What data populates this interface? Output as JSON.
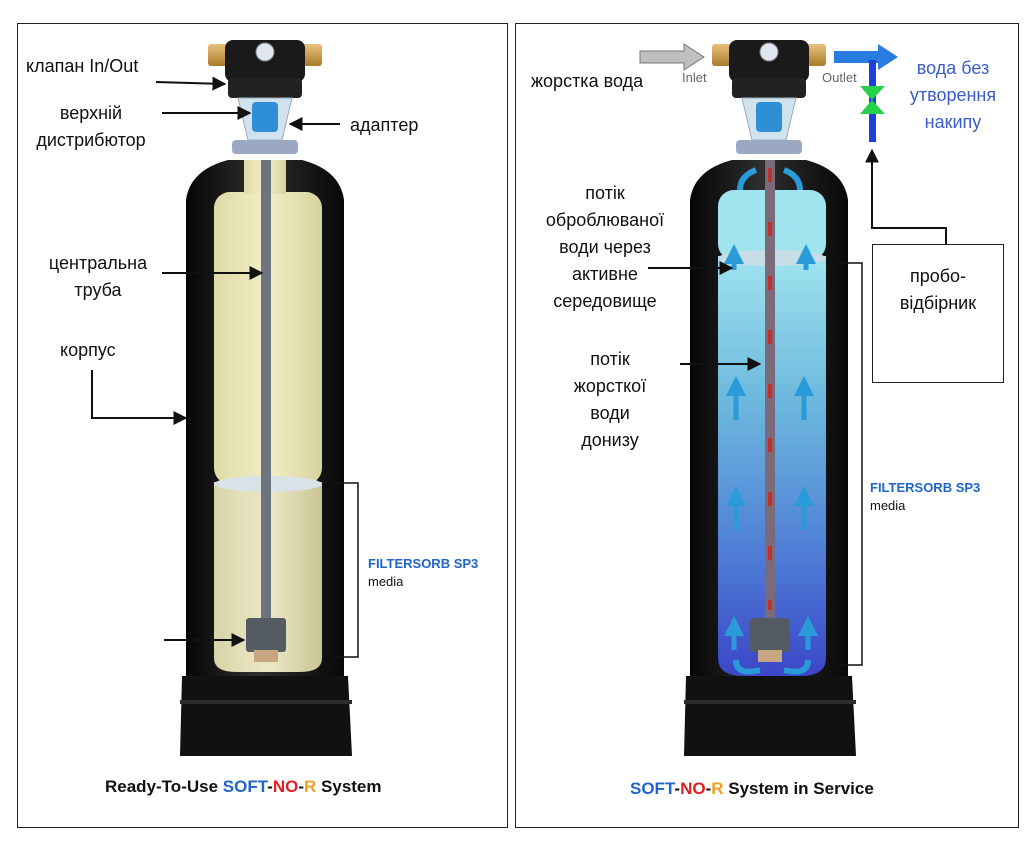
{
  "left": {
    "labels": {
      "valve": "клапан In/Out",
      "distributor_1": "верхній",
      "distributor_2": "дистрибютор",
      "adapter": "адаптер",
      "pipe_1": "центральна",
      "pipe_2": "труба",
      "housing": "корпус"
    },
    "media_name": "FILTERSORB SP3",
    "media_sub": "media",
    "caption": {
      "p1": "Ready-To-Use ",
      "soft": "SOFT",
      "d1": "-",
      "no": "NO",
      "d2": "-",
      "r": "R",
      "p2": " System"
    }
  },
  "right": {
    "labels": {
      "hard_water": "жорстка вода",
      "inlet": "Inlet",
      "outlet": "Outlet",
      "soft_1": "вода без",
      "soft_2": "утворення",
      "soft_3": "накипу",
      "flow_treated_1": "потік",
      "flow_treated_2": "оброблюваної",
      "flow_treated_3": "води через",
      "flow_treated_4": "активне",
      "flow_treated_5": "середовище",
      "flow_hard_1": "потік",
      "flow_hard_2": "жорсткої",
      "flow_hard_3": "води",
      "flow_hard_4": "донизу",
      "sampler_1": "пробо-",
      "sampler_2": "відбірник"
    },
    "media_name": "FILTERSORB SP3",
    "media_sub": "media",
    "caption": {
      "soft": "SOFT",
      "d1": "-",
      "no": "NO",
      "d2": "-",
      "r": "R",
      "p2": " System in Service"
    }
  },
  "colors": {
    "brand_blue": "#1f64c8",
    "brand_red": "#e02020",
    "brand_orange": "#f0a020",
    "tank_black": "#161616",
    "flow_blue": "#2a9ad8",
    "soft_water_text": "#3a5ccc"
  }
}
